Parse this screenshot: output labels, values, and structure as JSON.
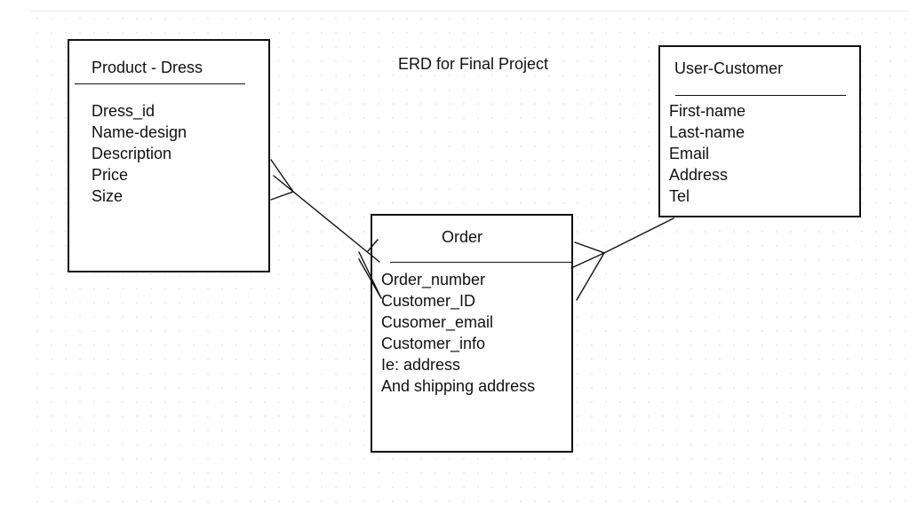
{
  "diagram": {
    "title": "ERD for Final Project",
    "line_color": "#111111"
  },
  "entities": {
    "product": {
      "title": "Product - Dress",
      "attributes": [
        "Dress_id",
        "Name-design",
        "Description",
        "Price",
        "Size"
      ]
    },
    "customer": {
      "title": "User-Customer",
      "attributes": [
        "First-name",
        "Last-name",
        "Email",
        "Address",
        "Tel"
      ]
    },
    "order": {
      "title": "Order",
      "attributes": [
        "Order_number",
        "Customer_ID",
        "Cusomer_email",
        "Customer_info",
        "Ie: address",
        "And shipping address"
      ]
    }
  },
  "relationships": [
    {
      "from": "Product - Dress",
      "to": "Order",
      "from_end": "crow-foot",
      "to_end": "crow-foot"
    },
    {
      "from": "User-Customer",
      "to": "Order",
      "from_end": "none",
      "to_end": "crow-foot"
    }
  ]
}
